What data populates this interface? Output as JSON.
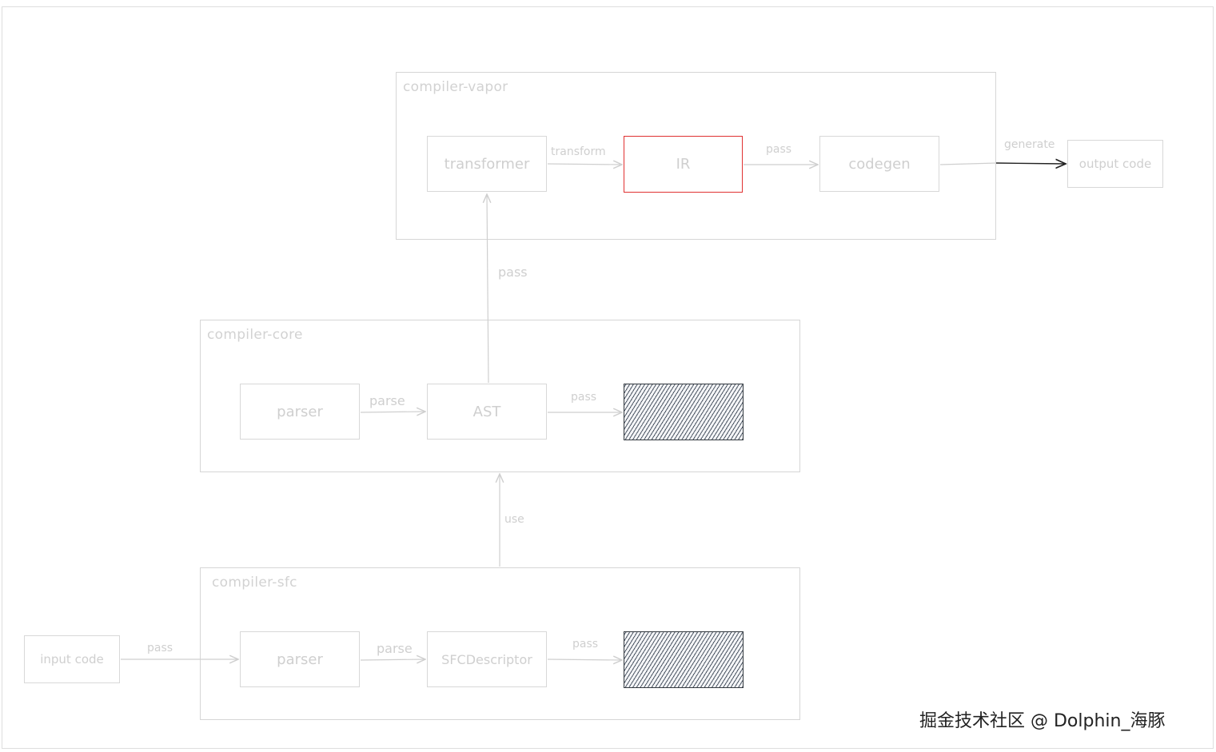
{
  "groups": {
    "vapor": "compiler-vapor",
    "core": "compiler-core",
    "sfc": "compiler-sfc"
  },
  "nodes": {
    "transformer": "transformer",
    "ir": "IR",
    "codegen": "codegen",
    "output_code": "output code",
    "core_parser": "parser",
    "ast": "AST",
    "core_hatched": "",
    "input_code": "input code",
    "sfc_parser": "parser",
    "sfc_descriptor": "SFCDescriptor",
    "sfc_hatched": ""
  },
  "edges": {
    "transform": "transform",
    "pass_ir_codegen": "pass",
    "generate": "generate",
    "pass_ast_transformer": "pass",
    "parse_core": "parse",
    "pass_ast_hatched": "pass",
    "use": "use",
    "pass_input": "pass",
    "parse_sfc": "parse",
    "pass_sfc_hatched": "pass"
  },
  "colors": {
    "highlight": "#e03131",
    "hatch": "#343a40",
    "stroke": "#d8d8d8"
  },
  "watermark": "掘金技术社区 @ Dolphin_海豚"
}
